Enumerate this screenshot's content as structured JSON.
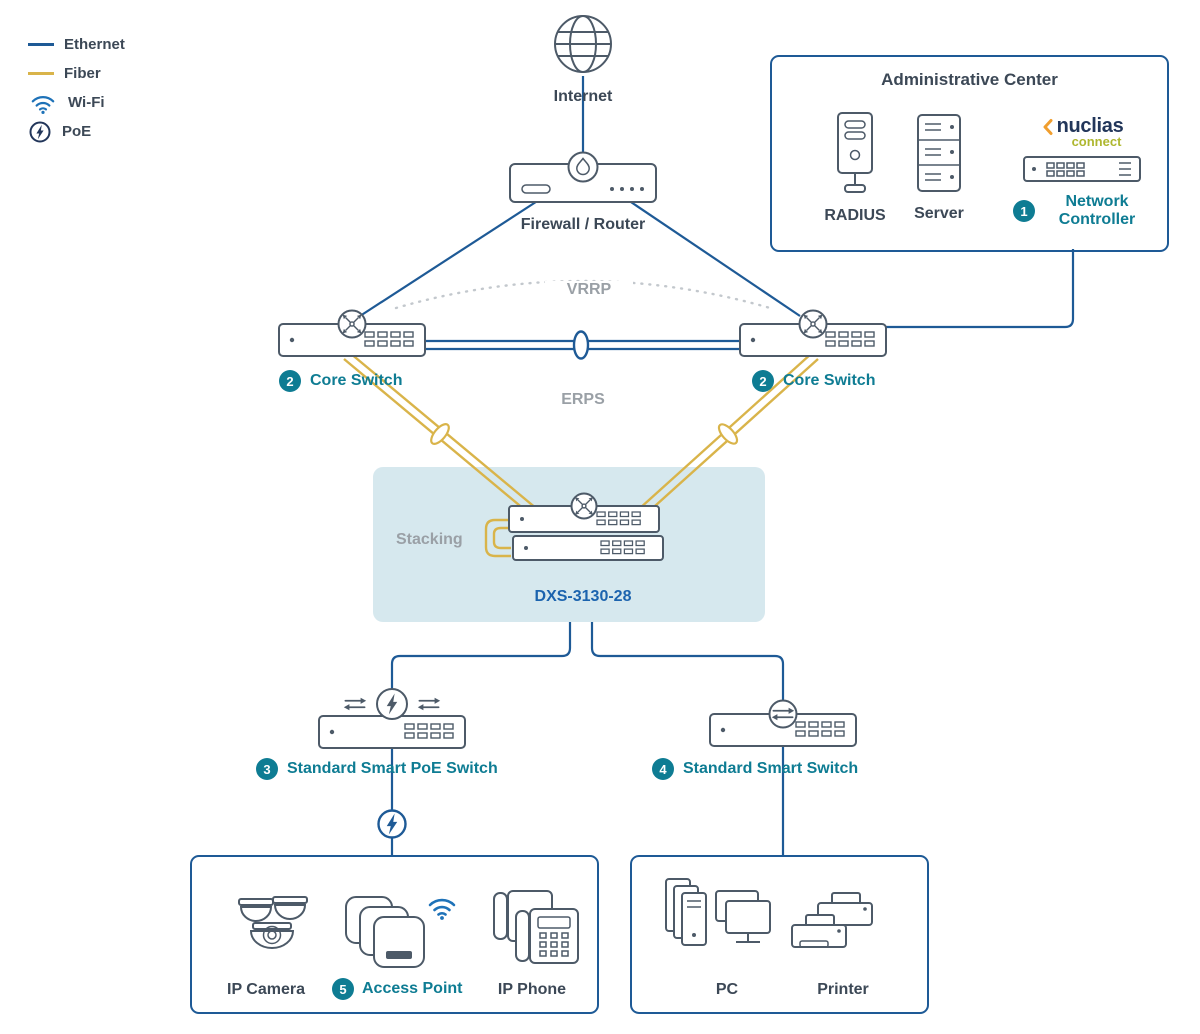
{
  "colors": {
    "ethernet": "#1e5a96",
    "fiber": "#d9b44a",
    "device": "#4d5a68",
    "teal": "#0e7c93",
    "model": "#1b63ae",
    "muted": "#9aa0a6",
    "ink": "#3c4856",
    "stackbg": "#d6e8ee",
    "wifi": "#1e72b8",
    "navy": "#22365a",
    "orange": "#f09e2e",
    "olive": "#aeb72f"
  },
  "legend": {
    "ethernet": "Ethernet",
    "fiber": "Fiber",
    "wifi": "Wi-Fi",
    "poe": "PoE"
  },
  "internet": {
    "label": "Internet"
  },
  "firewall": {
    "label": "Firewall / Router"
  },
  "admin": {
    "title": "Administrative Center",
    "radius": "RADIUS",
    "server": "Server",
    "brand": "nuclias",
    "brand_sub": "connect",
    "controller_badge": "1",
    "controller_label": "Network Controller"
  },
  "core": {
    "left_badge": "2",
    "left_label": "Core Switch",
    "right_badge": "2",
    "right_label": "Core Switch",
    "vrrp": "VRRP",
    "erps": "ERPS"
  },
  "stack": {
    "label": "Stacking",
    "model": "DXS-3130-28"
  },
  "access": {
    "poe_badge": "3",
    "poe_label": "Standard Smart PoE Switch",
    "smart_badge": "4",
    "smart_label": "Standard Smart Switch"
  },
  "edge_left": {
    "camera": "IP Camera",
    "ap_badge": "5",
    "ap": "Access Point",
    "phone": "IP Phone"
  },
  "edge_right": {
    "pc": "PC",
    "printer": "Printer"
  }
}
